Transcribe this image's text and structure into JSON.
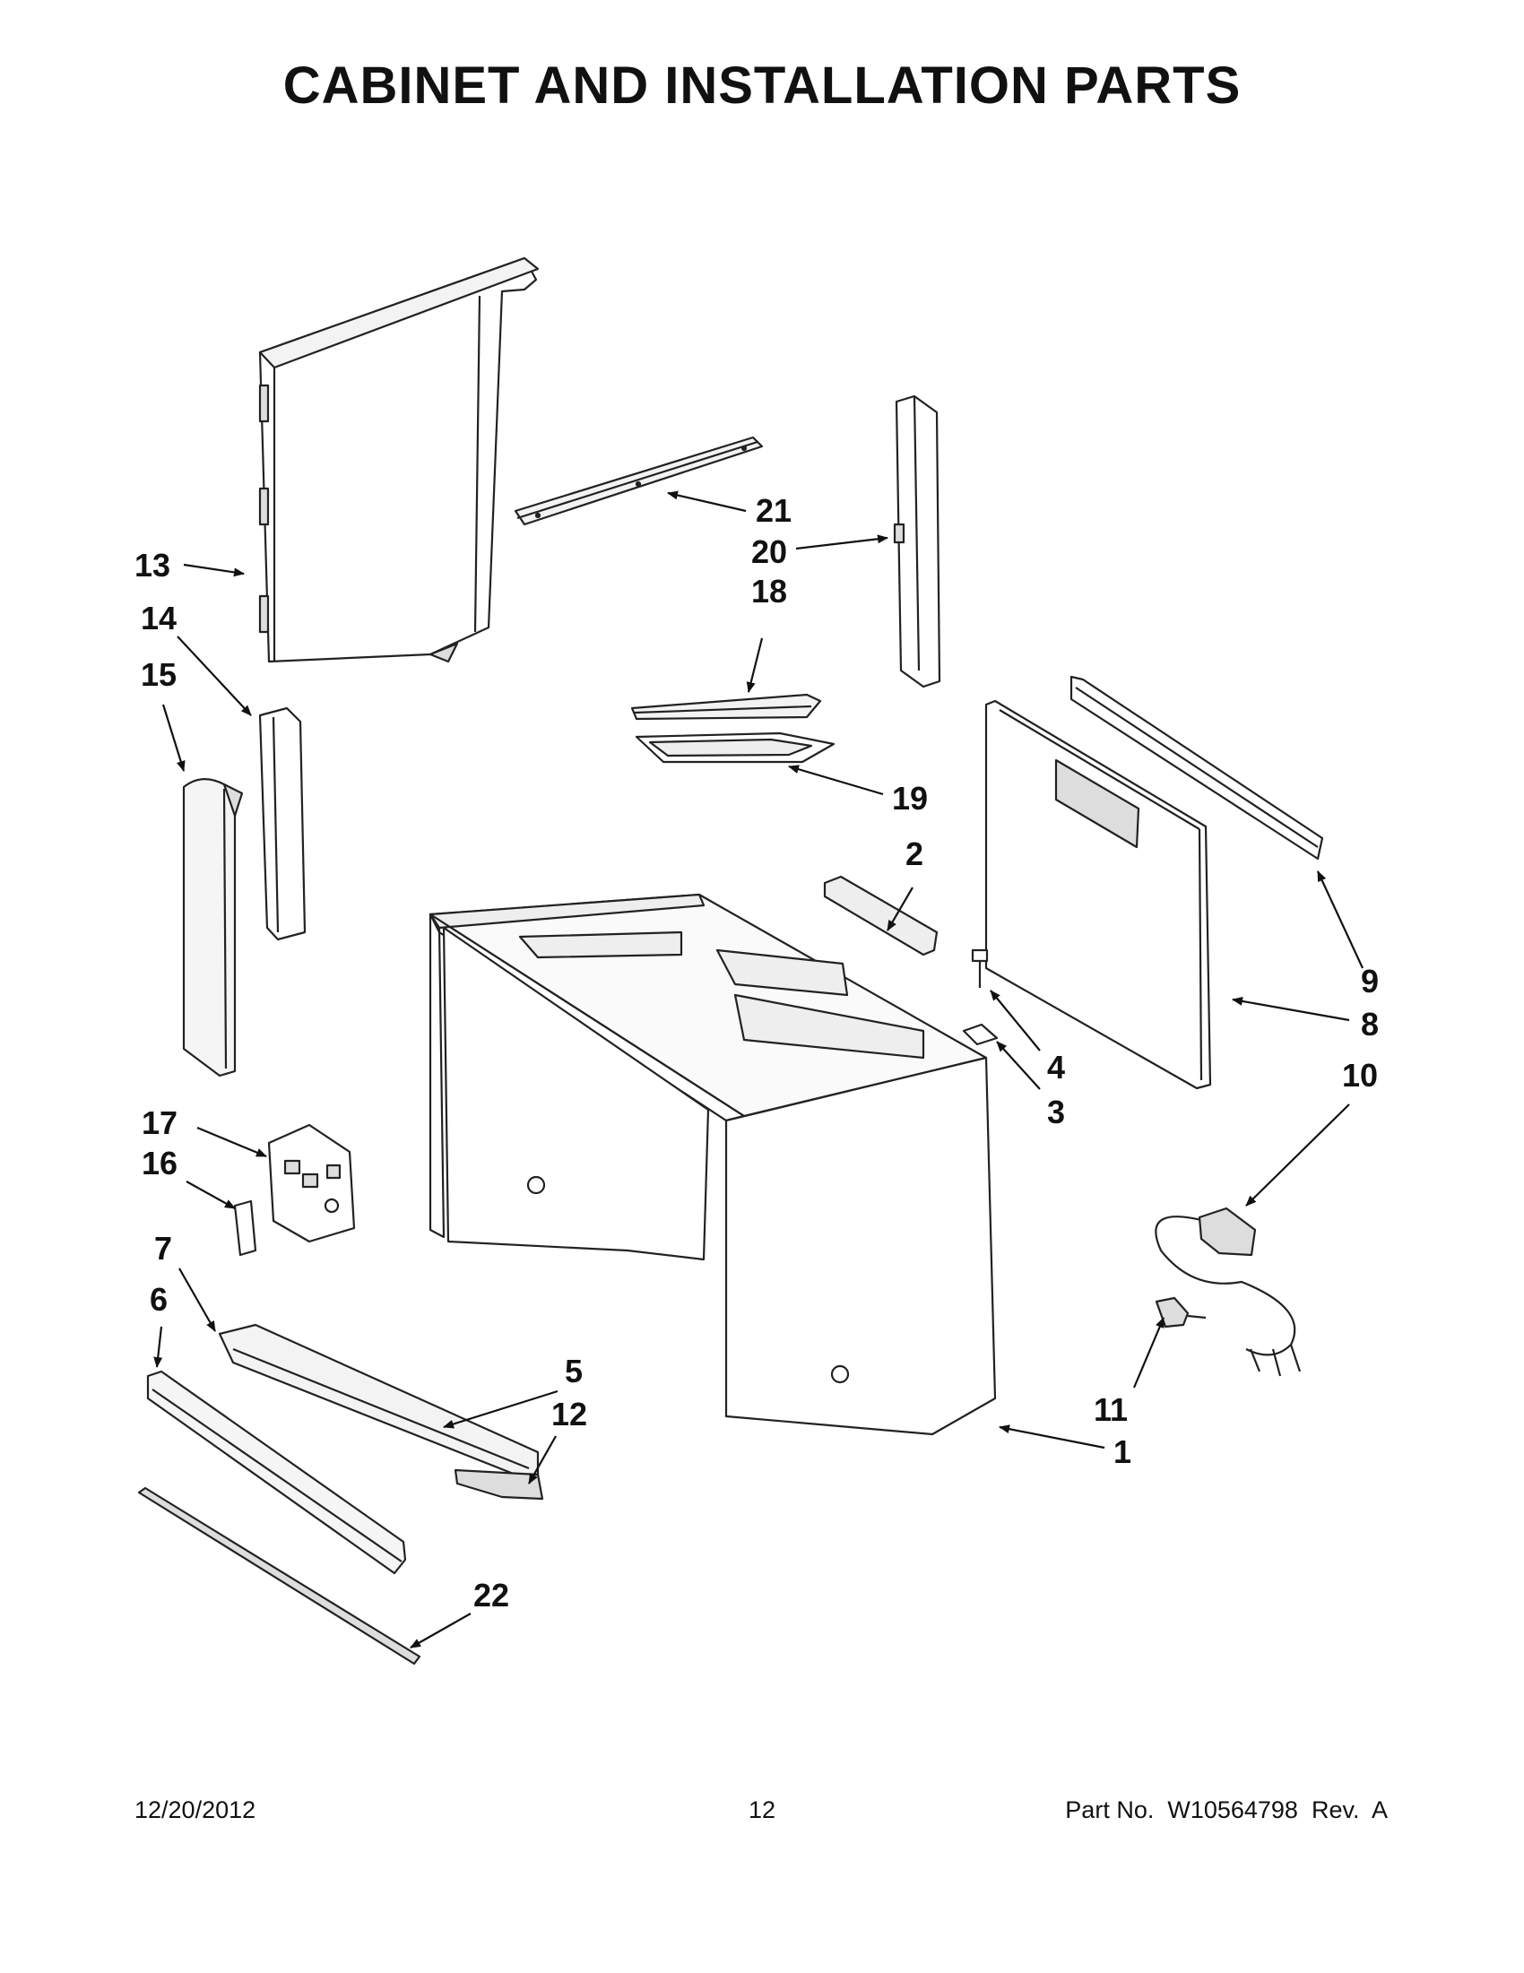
{
  "page": {
    "title": "CABINET AND INSTALLATION PARTS"
  },
  "callouts": {
    "c1": "1",
    "c2": "2",
    "c3": "3",
    "c4": "4",
    "c5": "5",
    "c6": "6",
    "c7": "7",
    "c8": "8",
    "c9": "9",
    "c10": "10",
    "c11": "11",
    "c12": "12",
    "c13": "13",
    "c14": "14",
    "c15": "15",
    "c16": "16",
    "c17": "17",
    "c18": "18",
    "c19": "19",
    "c20": "20",
    "c21": "21",
    "c22": "22"
  },
  "footer": {
    "date": "12/20/2012",
    "page_number": "12",
    "part_number": "Part No.  W10564798  Rev.  A"
  }
}
